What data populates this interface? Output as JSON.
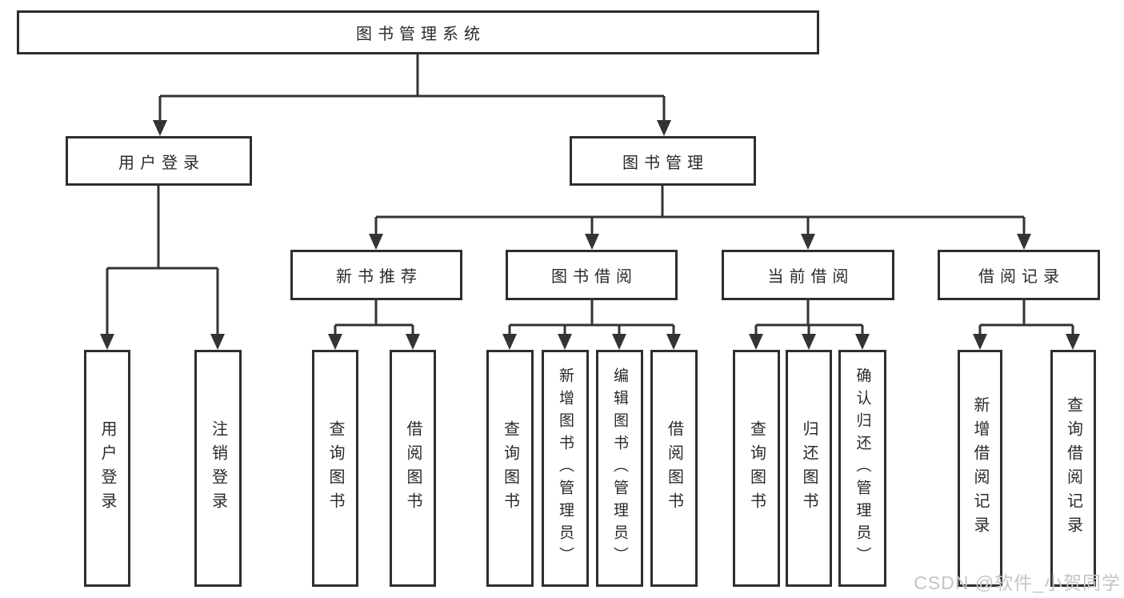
{
  "colors": {
    "line": "#333333",
    "box_border": "#2e2e2e",
    "text": "#2a2a2a",
    "watermark": "#c5c5c5",
    "background": "#ffffff"
  },
  "watermark": {
    "text": "CSDN @软件_小贺同学"
  },
  "tree": {
    "root": {
      "label": "图书管理系统",
      "children": [
        {
          "label": "用户登录",
          "children": [
            {
              "label": "用户登录"
            },
            {
              "label": "注销登录"
            }
          ]
        },
        {
          "label": "图书管理",
          "children": [
            {
              "label": "新书推荐",
              "children": [
                {
                  "label": "查询图书"
                },
                {
                  "label": "借阅图书"
                }
              ]
            },
            {
              "label": "图书借阅",
              "children": [
                {
                  "label": "查询图书"
                },
                {
                  "label": "新增图书（管理员）"
                },
                {
                  "label": "编辑图书（管理员）"
                },
                {
                  "label": "借阅图书"
                }
              ]
            },
            {
              "label": "当前借阅",
              "children": [
                {
                  "label": "查询图书"
                },
                {
                  "label": "归还图书"
                },
                {
                  "label": "确认归还（管理员）"
                }
              ]
            },
            {
              "label": "借阅记录",
              "children": [
                {
                  "label": "新增借阅记录"
                },
                {
                  "label": "查询借阅记录"
                }
              ]
            }
          ]
        }
      ]
    }
  }
}
